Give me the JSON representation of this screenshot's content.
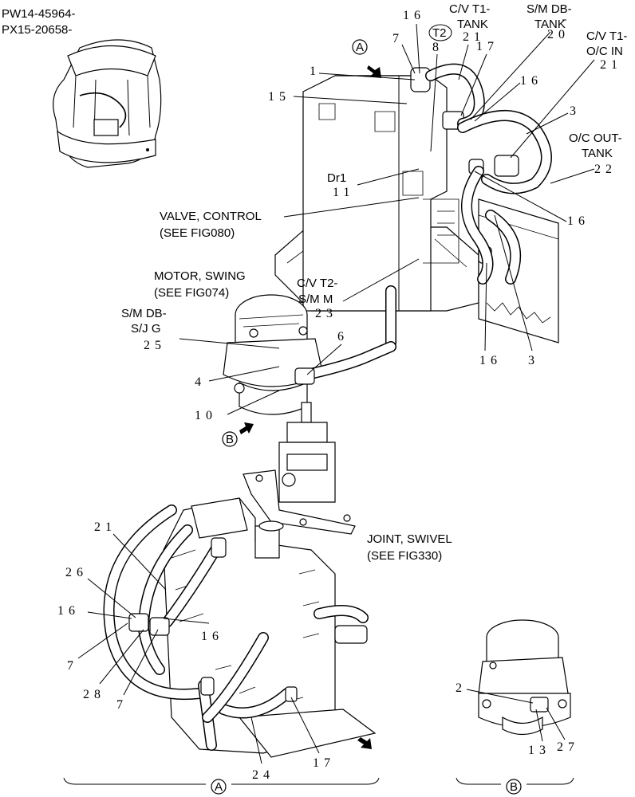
{
  "header": {
    "serial_line_1": "PW14-45964-",
    "serial_line_2": "PX15-20658-"
  },
  "references": {
    "valve_control_1": "VALVE, CONTROL",
    "valve_control_2": "(SEE FIG080)",
    "motor_swing_1": "MOTOR, SWING",
    "motor_swing_2": "(SEE FIG074)",
    "joint_swivel_1": "JOINT, SWIVEL",
    "joint_swivel_2": "(SEE FIG330)"
  },
  "port_labels": {
    "cv_t1_tank_1": "C/V T1-",
    "cv_t1_tank_2": "TANK",
    "sm_db_tank_1": "S/M DB-",
    "sm_db_tank_2": "TANK",
    "cv_t1_oc_in_1": "C/V T1-",
    "cv_t1_oc_in_2": "O/C IN",
    "oc_out_tank_1": "O/C OUT-",
    "oc_out_tank_2": "TANK",
    "dr1": "Dr1",
    "cv_t2_sm_m_1": "C/V T2-",
    "cv_t2_sm_m_2": "S/M M",
    "sm_db_sj_g_1": "S/M DB-",
    "sm_db_sj_g_2": "S/J G",
    "t2_circle": "T2"
  },
  "views": {
    "a": "A",
    "b": "B"
  },
  "callouts": {
    "c16_top": "16",
    "c7_top": "7",
    "c8": "8",
    "c21_tank": "21",
    "c17_top": "17",
    "c20": "20",
    "c21_oc": "21",
    "c1": "1",
    "c15": "15",
    "c16_mid": "16",
    "c3_top": "3",
    "c22": "22",
    "c11": "11",
    "c16_right": "16",
    "c23": "23",
    "c25": "25",
    "c6": "6",
    "c4": "4",
    "c10": "10",
    "c16_low": "16",
    "c3_low": "3",
    "c21_bottom": "21",
    "c26": "26",
    "c16_left": "16",
    "c7_left": "7",
    "c28": "28",
    "c7_low": "7",
    "c16_center": "16",
    "c24": "24",
    "c17_bottom": "17",
    "c2_b": "2",
    "c13": "13",
    "c27": "27"
  }
}
